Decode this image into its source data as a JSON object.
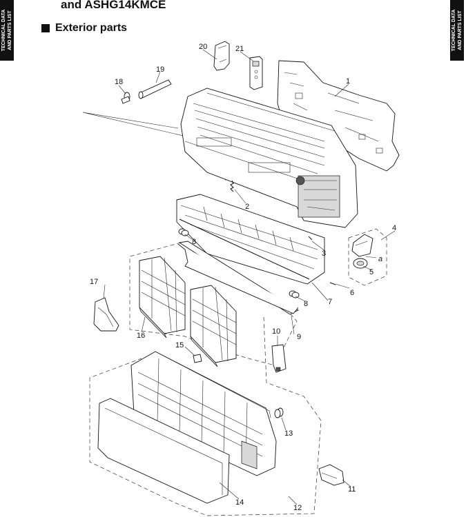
{
  "header": {
    "side_tab_line1": "TECHNICAL DATA",
    "side_tab_line2": "AND PARTS LIST",
    "title": "and ASHG14KMCE",
    "section": "Exterior parts"
  },
  "part_labels": [
    {
      "id": "1",
      "text": "1"
    },
    {
      "id": "2",
      "text": "2"
    },
    {
      "id": "3",
      "text": "3"
    },
    {
      "id": "4",
      "text": "4"
    },
    {
      "id": "5",
      "text": "5"
    },
    {
      "id": "6",
      "text": "6"
    },
    {
      "id": "7",
      "text": "7"
    },
    {
      "id": "8a",
      "text": "8"
    },
    {
      "id": "8b",
      "text": "8"
    },
    {
      "id": "9",
      "text": "9"
    },
    {
      "id": "10",
      "text": "10"
    },
    {
      "id": "11",
      "text": "11"
    },
    {
      "id": "12",
      "text": "12"
    },
    {
      "id": "13",
      "text": "13"
    },
    {
      "id": "14",
      "text": "14"
    },
    {
      "id": "15",
      "text": "15"
    },
    {
      "id": "16",
      "text": "16"
    },
    {
      "id": "17",
      "text": "17"
    },
    {
      "id": "18",
      "text": "18"
    },
    {
      "id": "19",
      "text": "19"
    },
    {
      "id": "20",
      "text": "20"
    },
    {
      "id": "21",
      "text": "21"
    },
    {
      "id": "a",
      "text": "a"
    }
  ]
}
